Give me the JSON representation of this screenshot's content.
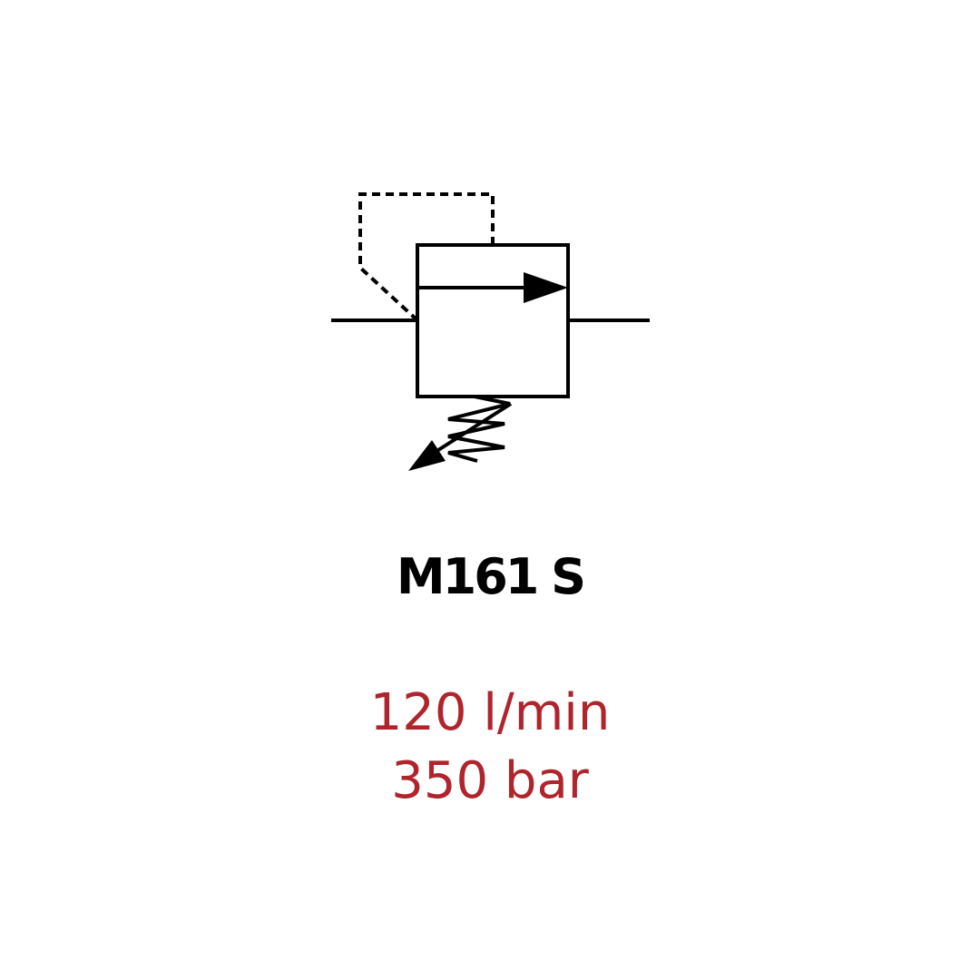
{
  "product": {
    "model": "M161 S",
    "flow": "120 l/min",
    "pressure": "350 bar"
  },
  "colors": {
    "symbol_stroke": "#000000",
    "spec_text": "#b0242c",
    "model_text": "#000000",
    "background": "#ffffff"
  },
  "symbol": {
    "icon": "pressure-reducing-valve-symbol"
  }
}
